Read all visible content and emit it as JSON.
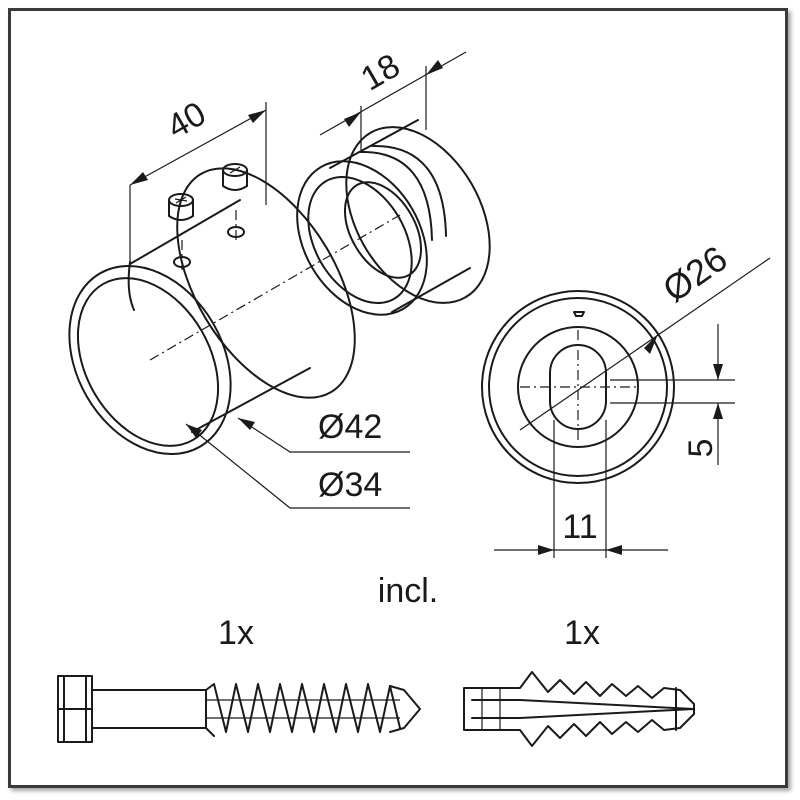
{
  "dimensions": {
    "length": "40",
    "ring_width": "18",
    "outer_diameter": "Ø42",
    "inner_diameter": "Ø34",
    "bore_diameter": "Ø26",
    "slot_height": "5",
    "slot_width": "11"
  },
  "labels": {
    "included": "incl.",
    "screw_qty": "1x",
    "dowel_qty": "1x"
  },
  "icons": [
    "end-cap-body-icon",
    "mounting-ring-icon",
    "set-screw-icon",
    "screw-icon",
    "wall-plug-icon"
  ]
}
